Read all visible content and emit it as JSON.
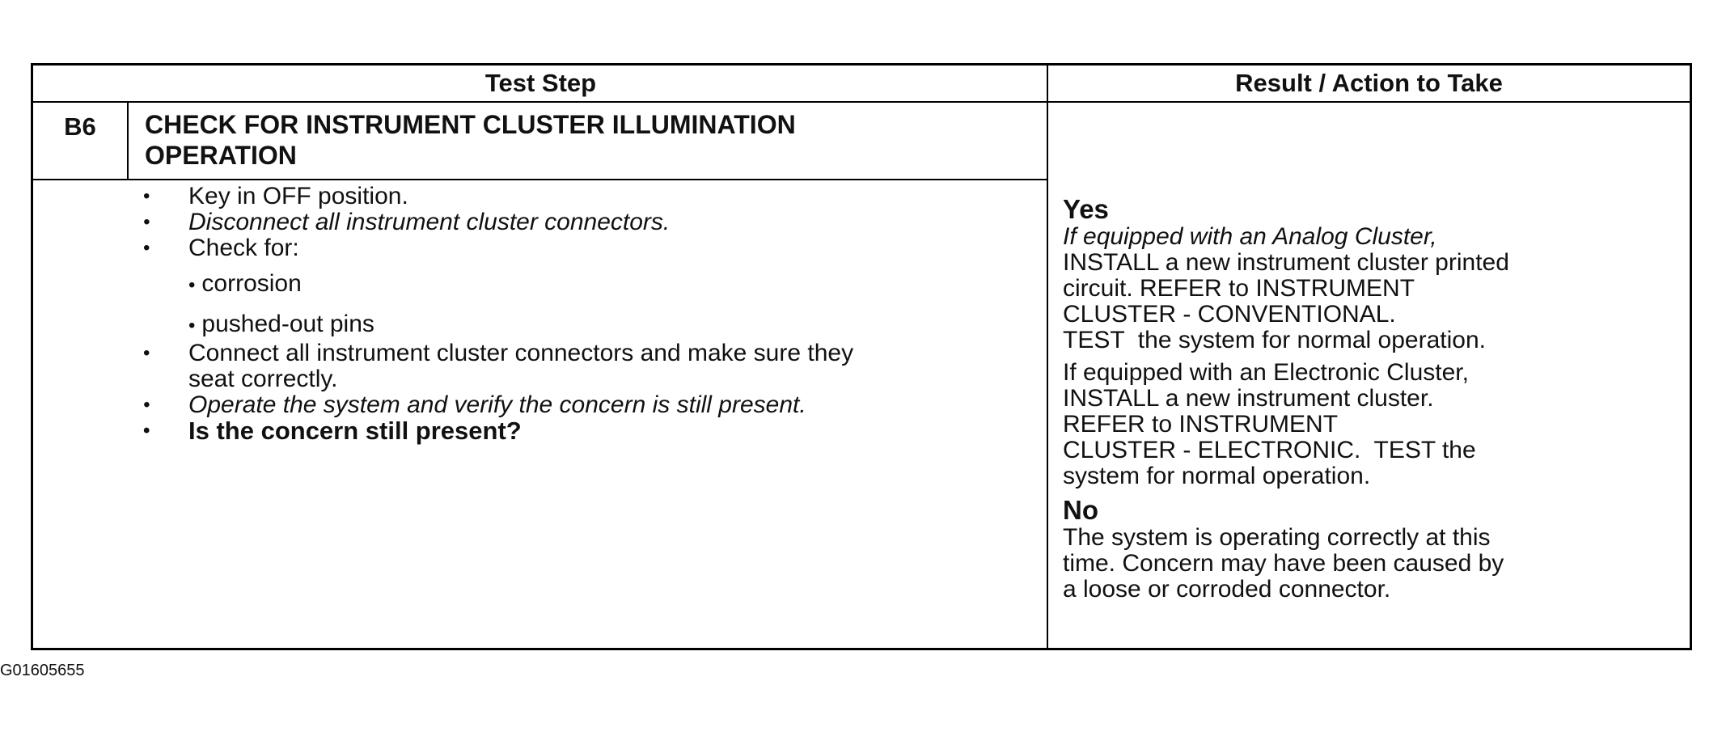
{
  "header": {
    "test_step": "Test Step",
    "result_action": "Result / Action to Take"
  },
  "step": {
    "id": "B6",
    "title_line1": "CHECK FOR INSTRUMENT CLUSTER ILLUMINATION",
    "title_line2": "OPERATION"
  },
  "procedure": {
    "item1": "Key in OFF position.",
    "item2": "Disconnect all instrument cluster connectors.",
    "item3": "Check for:",
    "sub1": "corrosion",
    "sub2": "pushed-out pins",
    "item4_line1": "Connect all instrument cluster connectors and make sure they",
    "item4_line2": "seat correctly.",
    "item5": "Operate the system and verify the concern is still present.",
    "question": "Is the concern still present?"
  },
  "result": {
    "yes_label": "Yes",
    "yes_analog_line1": "If equipped with an Analog Cluster,",
    "yes_analog_line2": "INSTALL a new instrument cluster printed",
    "yes_analog_line3": "circuit. REFER to INSTRUMENT",
    "yes_analog_line4": "CLUSTER - CONVENTIONAL.",
    "yes_analog_line5": "TEST  the system for normal operation.",
    "yes_electronic_line1": "If equipped with an Electronic Cluster,",
    "yes_electronic_line2": "INSTALL a new instrument cluster.",
    "yes_electronic_line3": "REFER to INSTRUMENT",
    "yes_electronic_line4": "CLUSTER - ELECTRONIC.  TEST the",
    "yes_electronic_line5": "system for normal operation.",
    "no_label": "No",
    "no_line1": "The system is operating correctly at this",
    "no_line2": "time. Concern may have been caused by",
    "no_line3": "a loose or corroded connector."
  },
  "figure_id": "G01605655"
}
